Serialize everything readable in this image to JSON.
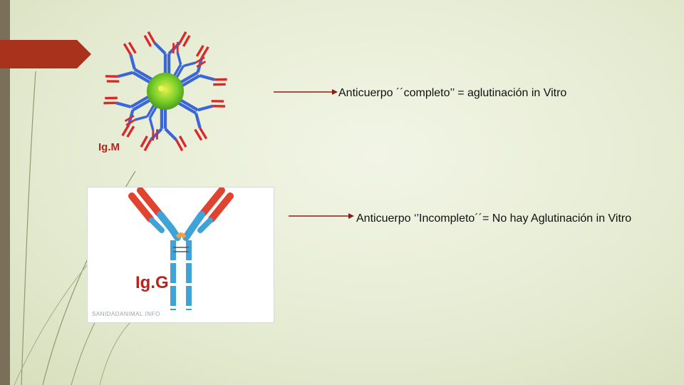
{
  "slide": {
    "background": "#e9eed8",
    "accent_tab_color": "#a8321c",
    "left_bar_color": "#7a6f58"
  },
  "igm": {
    "label": "Ig.M",
    "center_color": "#7ccf2a",
    "heavy_chain_color": "#3b67d6",
    "light_chain_color": "#d92a2a"
  },
  "igg": {
    "label": "Ig.G",
    "watermark": "SANIDADANIMAL.INFO",
    "heavy_chain_color": "#3fa3d8",
    "light_chain_color": "#e0432f",
    "hinge_color": "#f0a04a"
  },
  "captions": {
    "complete": "Anticuerpo ´´completo’’ = aglutinación in Vitro",
    "incomplete": "Anticuerpo ‘’Incompleto´´= No hay Aglutinación in Vitro"
  }
}
